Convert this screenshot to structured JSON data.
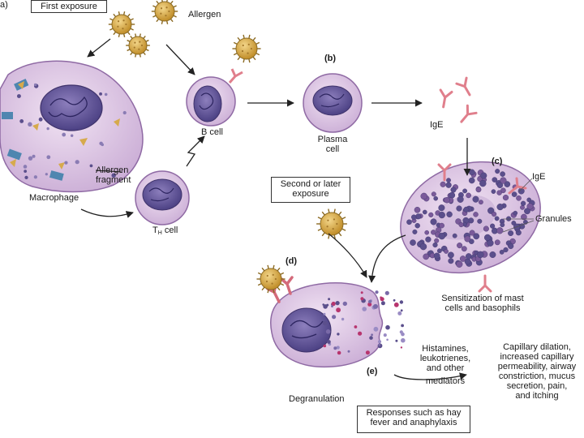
{
  "labels": {
    "panel_a": "a)",
    "first_exposure": "First exposure",
    "allergen": "Allergen",
    "panel_b": "(b)",
    "b_cell": "B cell",
    "plasma_cell_1": "Plasma",
    "plasma_cell_2": "cell",
    "ige_free": "IgE",
    "panel_c": "(c)",
    "ige_bound": "IgE",
    "granules": "Granules",
    "allergen_fragment_1": "Allergen",
    "allergen_fragment_2": "fragment",
    "macrophage": "Macrophage",
    "th_cell_main": "T",
    "th_cell_sub": "H",
    "th_cell_rest": " cell",
    "second_exposure_1": "Second or later",
    "second_exposure_2": "exposure",
    "panel_d": "(d)",
    "sensitization_1": "Sensitization of mast",
    "sensitization_2": "cells and basophils",
    "mediators_1": "Histamines,",
    "mediators_2": "leukotrienes,",
    "mediators_3": "and other",
    "mediators_4": "mediators",
    "panel_e": "(e)",
    "degranulation": "Degranulation",
    "effects_1": "Capillary dilation,",
    "effects_2": "increased capillary",
    "effects_3": "permeability, airway",
    "effects_4": "constriction, mucus",
    "effects_5": "secretion, pain,",
    "effects_6": "and itching",
    "responses_1": "Responses such as hay",
    "responses_2": "fever and anaphylaxis"
  },
  "colors": {
    "cell_fill": "#dcc3e3",
    "cell_edge": "#8f6aa4",
    "nucleus": "#6b5e9e",
    "nucleus_edge": "#3f336b",
    "allergen": "#d6aa4c",
    "allergen_edge": "#8b6a22",
    "antibody": "#e07f8c",
    "receptor": "#4f86b0",
    "granule": "#5b4f8c",
    "arrow": "#222222"
  }
}
